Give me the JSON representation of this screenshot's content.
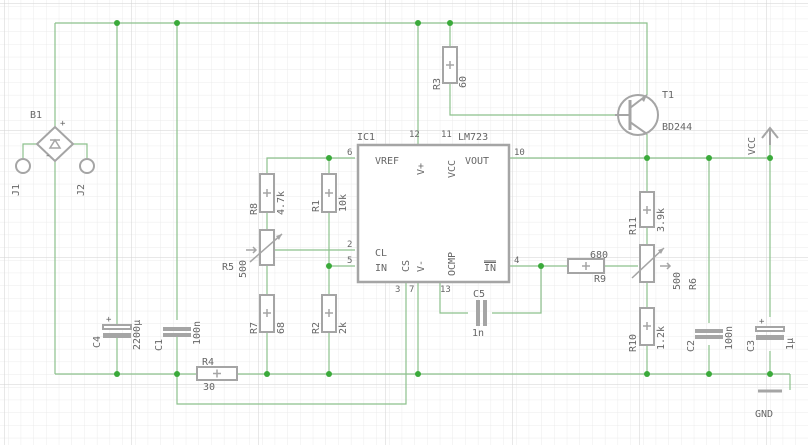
{
  "ic": {
    "name": "IC1",
    "value": "LM723",
    "pins": {
      "vref": "VREF",
      "vplus": "V+",
      "vcc": "VCC",
      "vout": "VOUT",
      "cl": "CL",
      "in_plus": "IN",
      "cs": "CS",
      "vminus": "V-",
      "ocmp": "OCMP",
      "in_minus": "IN"
    },
    "pin_numbers": {
      "p6": "6",
      "p12": "12",
      "p11": "11",
      "p10": "10",
      "p2": "2",
      "p5": "5",
      "p4": "4",
      "p3": "3",
      "p7": "7",
      "p13": "13"
    }
  },
  "components": {
    "B1": {
      "name": "B1",
      "plus": "+",
      "minus": "-"
    },
    "J1": {
      "name": "J1"
    },
    "J2": {
      "name": "J2"
    },
    "C4": {
      "name": "C4",
      "value": "2200µ",
      "plus": "+"
    },
    "C1": {
      "name": "C1",
      "value": "100n"
    },
    "R4": {
      "name": "R4",
      "value": "30"
    },
    "R3": {
      "name": "R3",
      "value": "60"
    },
    "T1": {
      "name": "T1",
      "value": "BD244"
    },
    "R8": {
      "name": "R8",
      "value": "4.7k"
    },
    "R1": {
      "name": "R1",
      "value": "10k"
    },
    "R5": {
      "name": "R5",
      "value": "500"
    },
    "R7": {
      "name": "R7",
      "value": "68"
    },
    "R2": {
      "name": "R2",
      "value": "2k"
    },
    "C5": {
      "name": "C5",
      "value": "1n"
    },
    "R9": {
      "name": "R9",
      "value": "680"
    },
    "R11": {
      "name": "R11",
      "value": "3.9k"
    },
    "R6": {
      "name": "R6",
      "value": "500"
    },
    "R10": {
      "name": "R10",
      "value": "1.2k"
    },
    "C2": {
      "name": "C2",
      "value": "100n"
    },
    "C3": {
      "name": "C3",
      "value": "1µ",
      "plus": "+"
    }
  },
  "supply": {
    "vcc": "VCC",
    "gnd": "GND"
  },
  "colors": {
    "grid_minor": "#ebebeb",
    "grid_major": "#d2d2d2",
    "wire": "#8cc08c",
    "junction": "#3aaa3a",
    "part": "#a5a5a5",
    "text": "#666666",
    "background": "#ffffff"
  }
}
